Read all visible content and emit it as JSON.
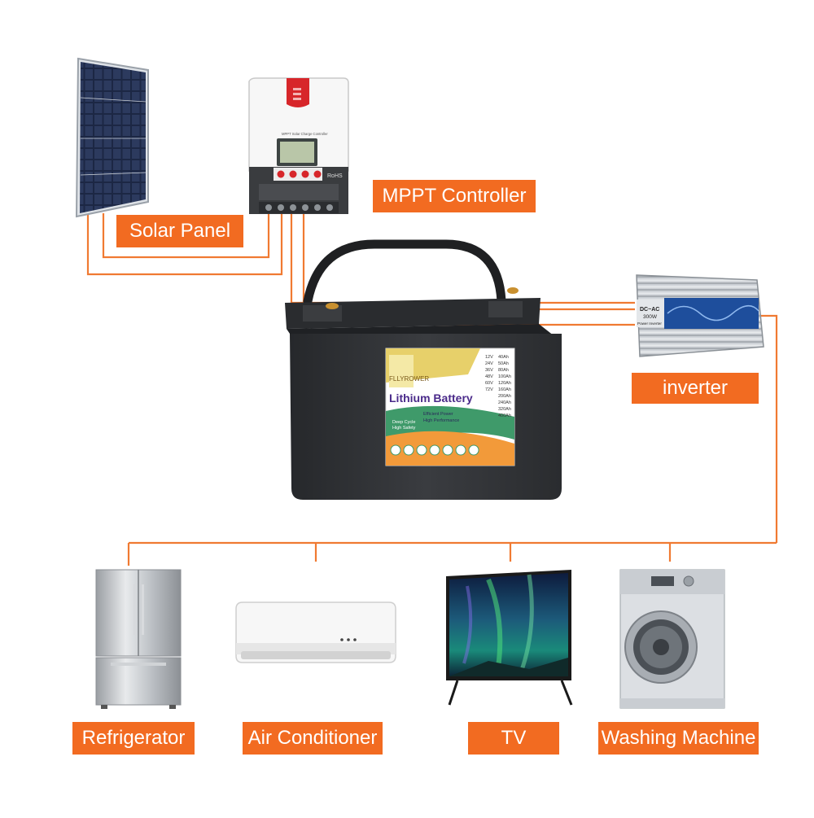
{
  "labels": {
    "solar_panel": "Solar Panel",
    "mppt_controller": "MPPT Controller",
    "inverter": "inverter",
    "refrigerator": "Refrigerator",
    "air_conditioner": "Air Conditioner",
    "tv": "TV",
    "washing_machine": "Washing Machine"
  },
  "battery": {
    "brand": "FLLYROWER",
    "title": "Lithium Battery",
    "features": [
      "Deep Cycle",
      "Efficient Power",
      "High Safety",
      "High Performance"
    ],
    "voltages": [
      "12V",
      "24V",
      "36V",
      "48V",
      "60V",
      "72V"
    ],
    "capacities": [
      "40Ah",
      "50Ah",
      "80Ah",
      "100Ah",
      "120Ah",
      "160Ah",
      "200Ah",
      "240Ah",
      "320Ah",
      "400Ah"
    ]
  },
  "controller": {
    "screen_text": "MPPT Solar Charge Controller",
    "badge": "RoHS"
  },
  "inverter_device": {
    "line1": "DC~AC",
    "line2": "300W",
    "line3": "Power Inverter"
  },
  "colors": {
    "accent": "#f26b21",
    "wire": "#f07a32",
    "battery_body": "#2e3033"
  }
}
